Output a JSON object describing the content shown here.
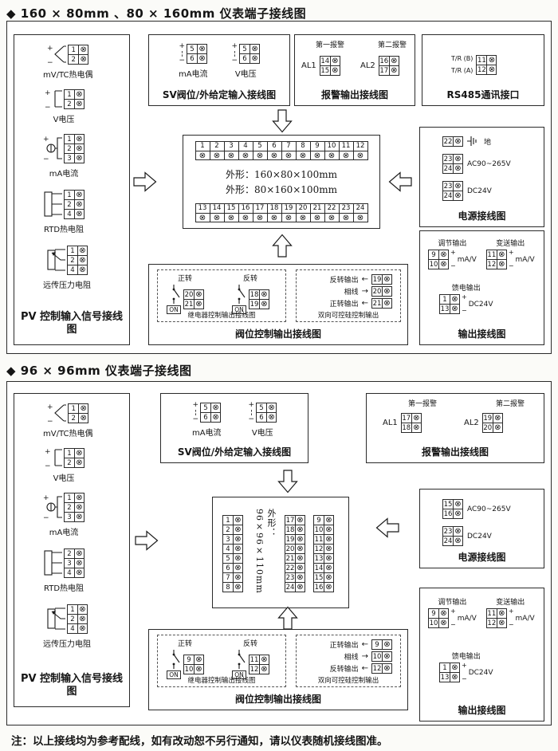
{
  "titles": {
    "section1": "◆ 160 × 80mm 、80 × 160mm 仪表端子接线图",
    "section2": "◆ 96 × 96mm 仪表端子接线图",
    "note": "注：以上接线均为参考配线，如有改动恕不另行通知，请以仪表随机接线图准。"
  },
  "s1": {
    "pv": {
      "caption": "PV 控制输入信号接线图",
      "groups": [
        {
          "label": "mV/TC热电偶",
          "terminals": [
            1,
            2
          ]
        },
        {
          "label": "V电压",
          "terminals": [
            1,
            2
          ]
        },
        {
          "label": "mA电流",
          "terminals": [
            1,
            2,
            3
          ]
        },
        {
          "label": "RTD热电阻",
          "terminals": [
            1,
            2,
            4
          ]
        },
        {
          "label": "远传压力电阻",
          "terminals": [
            1,
            2,
            4
          ]
        }
      ]
    },
    "sv": {
      "caption": "SV阀位/外给定输入接线图",
      "blocks": [
        {
          "label": "mA电流",
          "plus": "+",
          "minus": "−",
          "terminals": [
            5,
            6
          ]
        },
        {
          "label": "V电压",
          "plus": "+",
          "minus": "−",
          "terminals": [
            5,
            6
          ]
        }
      ]
    },
    "alarm": {
      "caption": "报警输出接线图",
      "header1": "第一报警",
      "header2": "第二报警",
      "blocks": [
        {
          "label": "AL1",
          "terminals": [
            14,
            15
          ]
        },
        {
          "label": "AL2",
          "terminals": [
            16,
            17
          ]
        }
      ]
    },
    "rs485": {
      "caption": "RS485通讯接口",
      "labels": [
        "T/R (B)",
        "T/R (A)"
      ],
      "terminals": [
        11,
        12
      ]
    },
    "center": {
      "top_terminals": [
        1,
        2,
        3,
        4,
        5,
        6,
        7,
        8,
        9,
        10,
        11,
        12
      ],
      "bottom_terminals": [
        13,
        14,
        15,
        16,
        17,
        18,
        19,
        20,
        21,
        22,
        23,
        24
      ],
      "dim1": "外形：160×80×100mm",
      "dim2": "外形：80×160×100mm"
    },
    "valve": {
      "caption": "阀位控制输出接线图",
      "relay": {
        "caption": "继电器控制输出接线图",
        "groups": [
          {
            "label": "正转",
            "switch_label": "ON",
            "terminals": [
              20,
              21
            ]
          },
          {
            "label": "反转",
            "switch_label": "ON",
            "terminals": [
              18,
              19
            ]
          }
        ]
      },
      "scr": {
        "caption": "双向可控硅控制输出",
        "rows": [
          {
            "label": "反转输出",
            "arrow": "←",
            "terminals": [
              19
            ]
          },
          {
            "label": "相线",
            "arrow": "→",
            "terminals": [
              20
            ]
          },
          {
            "label": "正转输出",
            "arrow": "←",
            "terminals": [
              21
            ]
          }
        ]
      }
    },
    "power": {
      "caption": "电源接线图",
      "ground": {
        "label": "地",
        "terminals": [
          22
        ]
      },
      "ac": {
        "label": "AC90~265V",
        "terminals": [
          23,
          24
        ]
      },
      "dc": {
        "label": "DC24V",
        "terminals": [
          23,
          24
        ]
      }
    },
    "output": {
      "caption": "输出接线图",
      "blocks": [
        {
          "title": "调节输出",
          "plus": "+",
          "minus": "−",
          "unit": "mA/V",
          "terminals": [
            9,
            10
          ]
        },
        {
          "title": "变送输出",
          "plus": "+",
          "minus": "−",
          "unit": "mA/V",
          "terminals": [
            11,
            12
          ]
        },
        {
          "title": "馈电输出",
          "plus": "+",
          "minus": "−",
          "unit": "DC24V",
          "terminals": [
            1,
            13
          ]
        }
      ]
    }
  },
  "s2": {
    "pv": {
      "caption": "PV 控制输入信号接线图",
      "groups": [
        {
          "label": "mV/TC热电偶",
          "terminals": [
            1,
            2
          ]
        },
        {
          "label": "V电压",
          "terminals": [
            1,
            2
          ]
        },
        {
          "label": "mA电流",
          "terminals": [
            1,
            2,
            3
          ]
        },
        {
          "label": "RTD热电阻",
          "terminals": [
            2,
            3,
            4
          ]
        },
        {
          "label": "远传压力电阻",
          "terminals": [
            1,
            2,
            4
          ]
        }
      ]
    },
    "sv": {
      "caption": "SV阀位/外给定输入接线图",
      "blocks": [
        {
          "label": "mA电流",
          "plus": "+",
          "minus": "−",
          "terminals": [
            5,
            6
          ]
        },
        {
          "label": "V电压",
          "plus": "+",
          "minus": "−",
          "terminals": [
            5,
            6
          ]
        }
      ]
    },
    "alarm": {
      "caption": "报警输出接线图",
      "header1": "第一报警",
      "header2": "第二报警",
      "blocks": [
        {
          "label": "AL1",
          "terminals": [
            17,
            18
          ]
        },
        {
          "label": "AL2",
          "terminals": [
            19,
            20
          ]
        }
      ]
    },
    "center": {
      "left_terminals": [
        1,
        2,
        3,
        4,
        5,
        6,
        7,
        8
      ],
      "right_terminals_a": [
        17,
        18,
        19,
        20,
        21,
        22,
        23,
        24
      ],
      "right_terminals_b": [
        9,
        10,
        11,
        12,
        13,
        14,
        15,
        16
      ],
      "dim": "外形：96×96×110mm"
    },
    "valve": {
      "caption": "阀位控制输出接线图",
      "relay": {
        "caption": "继电器控制输出接线图",
        "groups": [
          {
            "label": "正转",
            "switch_label": "ON",
            "terminals": [
              9,
              10
            ]
          },
          {
            "label": "反转",
            "switch_label": "ON",
            "terminals": [
              11,
              12
            ]
          }
        ]
      },
      "scr": {
        "caption": "双向可控硅控制输出",
        "rows": [
          {
            "label": "正转输出",
            "arrow": "←",
            "terminals": [
              9
            ]
          },
          {
            "label": "相线",
            "arrow": "→",
            "terminals": [
              10
            ]
          },
          {
            "label": "反转输出",
            "arrow": "←",
            "terminals": [
              12
            ]
          }
        ]
      }
    },
    "power": {
      "caption": "电源接线图",
      "ac": {
        "label": "AC90~265V",
        "terminals": [
          15,
          16
        ]
      },
      "dc": {
        "label": "DC24V",
        "terminals": [
          23,
          24
        ]
      }
    },
    "output": {
      "caption": "输出接线图",
      "blocks": [
        {
          "title": "调节输出",
          "plus": "+",
          "minus": "−",
          "unit": "mA/V",
          "terminals": [
            9,
            10
          ]
        },
        {
          "title": "变送输出",
          "plus": "+",
          "minus": "−",
          "unit": "mA/V",
          "terminals": [
            11,
            12
          ]
        },
        {
          "title": "馈电输出",
          "plus": "+",
          "minus": "−",
          "unit": "DC24V",
          "terminals": [
            1,
            13
          ]
        }
      ]
    }
  }
}
